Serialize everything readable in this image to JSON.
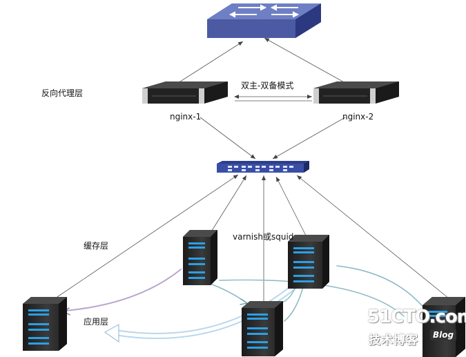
{
  "labels": {
    "proxy_layer": "反向代理层",
    "mode": "双主-双备模式",
    "nginx1": "nginx-1",
    "nginx2": "nginx-2",
    "cache_layer": "缓存层",
    "cache_tech": "varnish或squid",
    "app_layer": "应用层"
  },
  "watermark": {
    "site": "51CTO.com",
    "blog_cn": "技术博客",
    "blog_en": "Blog"
  },
  "colors": {
    "top_switch": "#4f5fa6",
    "device_dark": "#2a2a2a",
    "server_led": "#2aa0e6",
    "arrow_purple": "#b9a6cf",
    "arrow_teal": "#8ab8c4",
    "arrow_blue": "#b8d7ec"
  },
  "icons": {
    "top_device": "switch-icon",
    "proxy_servers": "rack-server-icon",
    "middle_device": "switch-icon",
    "tower_servers": "tower-server-icon"
  }
}
